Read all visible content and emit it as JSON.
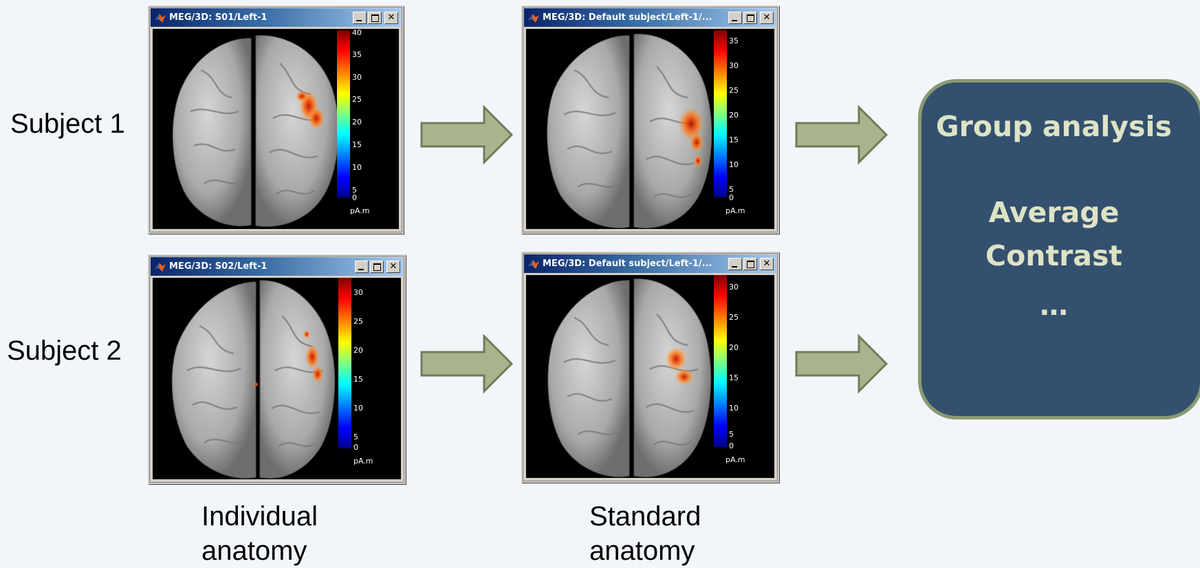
{
  "rows": [
    {
      "label": "Subject 1"
    },
    {
      "label": "Subject 2"
    }
  ],
  "columns": [
    {
      "label_line1": "Individual",
      "label_line2": "anatomy"
    },
    {
      "label_line1": "Standard",
      "label_line2": "anatomy"
    }
  ],
  "windows": [
    {
      "title": "MEG/3D: S01/Left-1",
      "ticks": [
        "40",
        "35",
        "30",
        "25",
        "20",
        "15",
        "10",
        "5",
        "0"
      ],
      "unit": "pA.m"
    },
    {
      "title": "MEG/3D: Default subject/Left-1/...",
      "ticks": [
        "35",
        "30",
        "25",
        "20",
        "15",
        "10",
        "5",
        "0"
      ],
      "unit": "pA.m"
    },
    {
      "title": "MEG/3D: S02/Left-1",
      "ticks": [
        "30",
        "25",
        "20",
        "15",
        "10",
        "5",
        "0"
      ],
      "unit": "pA.m"
    },
    {
      "title": "MEG/3D: Default subject/Left-1/...",
      "ticks": [
        "30",
        "25",
        "20",
        "15",
        "10",
        "5",
        "0"
      ],
      "unit": "pA.m"
    }
  ],
  "group": {
    "title": "Group analysis",
    "items": [
      "Average",
      "Contrast",
      "…"
    ]
  },
  "colors": {
    "background": "#f2f6fa",
    "arrow_fill": "#a9b48f",
    "arrow_stroke": "#6f7c56",
    "group_fill": "#34506f",
    "group_border": "#8a9a72",
    "group_text": "#dde3c4"
  }
}
